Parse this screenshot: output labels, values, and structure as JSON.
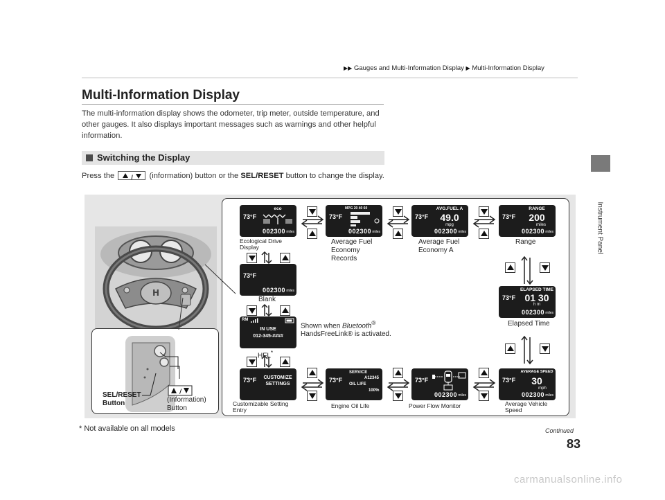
{
  "breadcrumb": {
    "arrow": "▶▶",
    "item1": "Gauges and Multi-Information Display",
    "sep": "▶",
    "item2": "Multi-Information Display"
  },
  "side_label": "Instrument Panel",
  "title": "Multi-Information Display",
  "intro": "The multi-information display shows the odometer, trip meter, outside temperature, and other gauges. It also displays important messages such as warnings and other helpful information.",
  "section_heading": "Switching the Display",
  "press": {
    "before": "Press the",
    "middle": "(information) button or the",
    "bold": "SEL/RESET",
    "after": "button to change the display."
  },
  "screens": {
    "temp": "73°F",
    "odo": "002300",
    "unit": "miles",
    "eco_header": "eco",
    "records_header": "MPG  20  40  60",
    "avg_a_header": "AVG.FUEL A",
    "avg_a_value": "49.0",
    "avg_a_unit": "mpg",
    "range_header": "RANGE",
    "range_value": "200",
    "range_unit": "miles",
    "elapsed_header": "ELAPSED TIME",
    "elapsed_value": "01 30",
    "elapsed_units": "h      m",
    "hfl_header": "RM",
    "hfl_line1": "IN USE",
    "hfl_line2": "012-345-####",
    "customize_line1": "CUSTOMIZE",
    "customize_line2": "SETTINGS",
    "oil_line1": "SERVICE",
    "oil_line2": "A12345",
    "oil_line3": "OIL LIFE",
    "oil_line4": "100%",
    "speed_header": "AVERAGE SPEED",
    "speed_value": "30",
    "speed_unit": "mph"
  },
  "labels": {
    "eco": "Ecological Drive Display",
    "records": "Average Fuel Economy Records",
    "avg_a": "Average Fuel Economy A",
    "range": "Range",
    "blank": "Blank",
    "elapsed": "Elapsed Time",
    "bluetooth_pre": "Shown when ",
    "bluetooth_italic": "Bluetooth",
    "bluetooth_reg": "®",
    "bluetooth_line2": "HandsFreeLink® is activated.",
    "hfl": "HFL",
    "hfl_star": "*",
    "customize": "Customizable Setting Entry",
    "oil": "Engine Oil Life",
    "power": "Power Flow Monitor",
    "speed": "Average Vehicle Speed",
    "sel_reset": "SEL/RESET Button",
    "info_button": "(Information) Button"
  },
  "footnote": "* Not available on all models",
  "continued": "Continued",
  "page_number": "83",
  "watermark": "carmanualsonline.info",
  "colors": {
    "screen_bg": "#1c1c1c",
    "panel_bg": "#e6e6e6",
    "section_bg": "#e4e4e4",
    "side_tab": "#7a7a7a"
  }
}
